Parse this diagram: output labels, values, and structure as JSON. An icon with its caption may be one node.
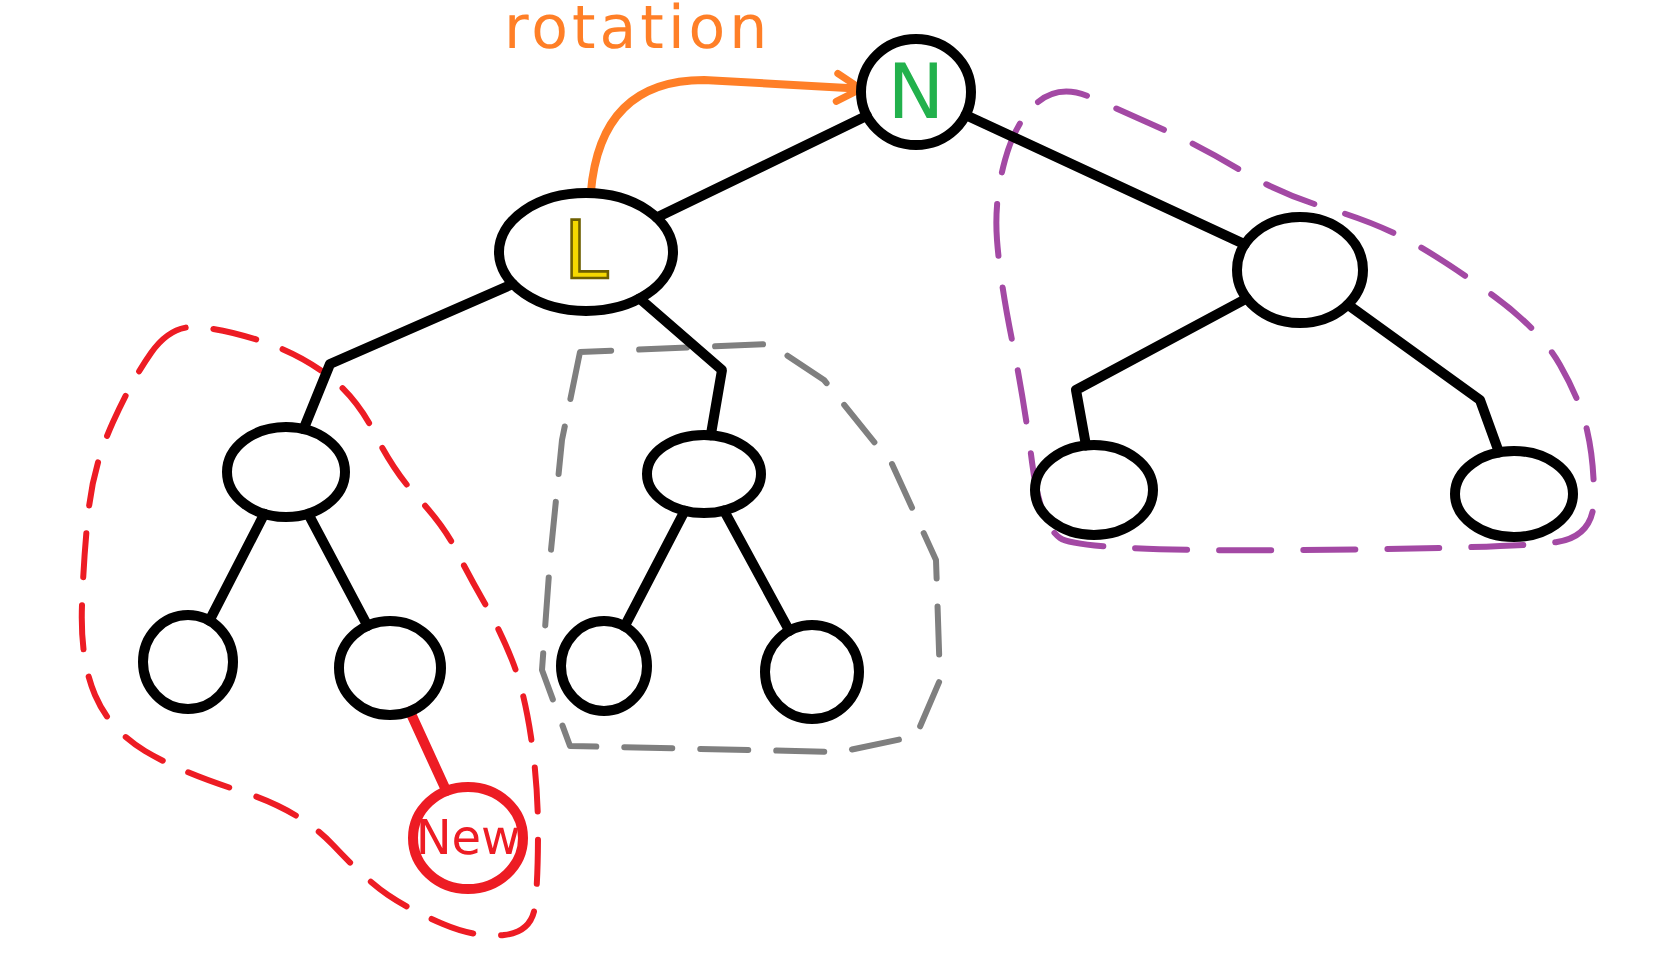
{
  "diagram": {
    "nodes": [
      {
        "text": [
          "N"
        ]
      },
      {
        "text": [
          "L"
        ]
      },
      {
        "text": [],
        "shape": "blob"
      },
      {
        "text": [],
        "shape": "circle",
        "in": 2
      },
      {
        "text": [],
        "shape": "blob"
      },
      {
        "text": [],
        "shape": "circle",
        "in": 4
      },
      {
        "text": [],
        "shape": "box"
      },
      {
        "text": [],
        "shape": "circle",
        "in": 6
      },
      {
        "text": [],
        "shape": "circle",
        "in": 2
      },
      {
        "text": [],
        "shape": "circle",
        "in": 2
      },
      {
        "text": [],
        "shape": "circle",
        "in": 4
      },
      {
        "text": [],
        "shape": "circle",
        "in": 4
      },
      {
        "text": [],
        "shape": "circle",
        "in": 6
      },
      {
        "text": [],
        "shape": "circle",
        "in": 6
      },
      {
        "text": [
          "New"
        ],
        "in": 4
      }
    ],
    "edges": [
      {
        "from": 0,
        "to": 1,
        "arrow": "none"
      },
      {
        "from": 0,
        "to": 3,
        "arrow": "none"
      },
      {
        "from": 1,
        "to": 5,
        "arrow": "none"
      },
      {
        "from": 1,
        "to": 7,
        "arrow": "none"
      },
      {
        "from": 3,
        "to": 8,
        "arrow": "none"
      },
      {
        "from": 3,
        "to": 9,
        "arrow": "none"
      },
      {
        "from": 5,
        "to": 10,
        "arrow": "none"
      },
      {
        "from": 5,
        "to": 11,
        "arrow": "none"
      },
      {
        "from": 7,
        "to": 12,
        "arrow": "none"
      },
      {
        "from": 7,
        "to": 13,
        "arrow": "none"
      },
      {
        "from": 11,
        "to": 14,
        "arrow": "none",
        "color": "#ed1c24"
      },
      {
        "from": 1,
        "to": 0,
        "arrow": "to",
        "label": "rotation",
        "color": "#ff7f27"
      }
    ]
  }
}
